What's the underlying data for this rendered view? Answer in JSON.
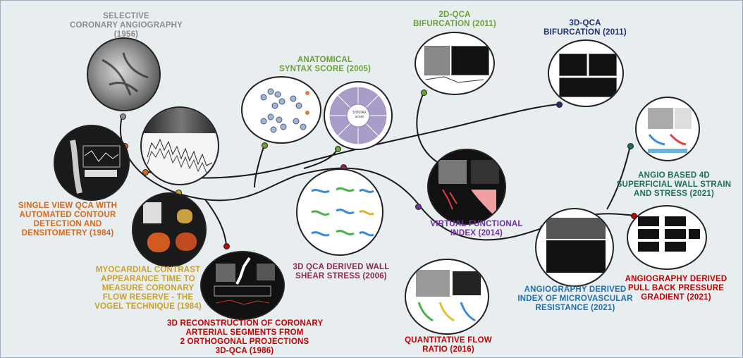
{
  "colors": {
    "gray": "#8c8c8c",
    "orange": "#d2691e",
    "gold": "#c9a227",
    "red": "#c00000",
    "green": "#6aa03c",
    "maroon": "#8b2b4a",
    "purple": "#7030a0",
    "navy": "#1f2f6e",
    "teal": "#1f6e5a",
    "blue": "#1f6fb2"
  },
  "milestones": [
    {
      "id": "selective-coronary-angiography",
      "color": "gray",
      "lines": [
        "SELECTIVE",
        "CORONARY ANGIOGRAPHY",
        "(1956)"
      ]
    },
    {
      "id": "single-view-qca",
      "color": "orange",
      "lines": [
        "SINGLE VIEW QCA WITH",
        "AUTOMATED CONTOUR",
        "DETECTION AND",
        "DENSITOMETRY (1984)"
      ]
    },
    {
      "id": "myocardial-contrast",
      "color": "gold",
      "lines": [
        "MYOCARDIAL CONTRAST",
        "APPEARANCE TIME TO",
        "MEASURE CORONARY",
        "FLOW RESERVE  - THE",
        "VOGEL TECHNIQUE (1984)"
      ]
    },
    {
      "id": "3d-reconstruction",
      "color": "red",
      "lines": [
        "3D RECONSTRUCTION OF CORONARY",
        "ARTERIAL SEGMENTS FROM",
        "2 ORTHOGONAL PROJECTIONS",
        "3D-QCA (1986)"
      ]
    },
    {
      "id": "anatomical-syntax-score",
      "color": "green",
      "lines": [
        "ANATOMICAL",
        "SYNTAX SCORE (2005)"
      ]
    },
    {
      "id": "wall-shear-stress",
      "color": "maroon",
      "lines": [
        "3D QCA DERIVED WALL",
        "SHEAR STRESS (2006)"
      ]
    },
    {
      "id": "2d-qca-bifurcation",
      "color": "green",
      "lines": [
        "2D-QCA",
        "BIFURCATION (2011)"
      ]
    },
    {
      "id": "3d-qca-bifurcation",
      "color": "navy",
      "lines": [
        "3D-QCA",
        "BIFURCATION (2011)"
      ]
    },
    {
      "id": "virtual-functional-index",
      "color": "purple",
      "lines": [
        "VIRTUAL FUNCTIONAL",
        "INDEX (2014)"
      ]
    },
    {
      "id": "quantitative-flow-ratio",
      "color": "red",
      "lines": [
        "QUANTITATIVE FLOW",
        "RATIO (2016)"
      ]
    },
    {
      "id": "angio-4d-wall-strain",
      "color": "teal",
      "lines": [
        "ANGIO BASED 4D",
        "SUPERFICIAL WALL STRAIN",
        "AND STRESS (2021)"
      ]
    },
    {
      "id": "imr-angiography",
      "color": "blue",
      "lines": [
        "ANGIOGRAPHY DERIVED",
        "INDEX OF MICROVASCULAR",
        "RESISTANCE (2021)"
      ]
    },
    {
      "id": "pull-back-pressure-gradient",
      "color": "red",
      "lines": [
        "ANGIOGRAPHY DERIVED",
        "PULL BACK PRESSURE",
        "GRADIENT (2021)"
      ]
    }
  ],
  "images": {
    "syntax_center": "SYNTAX\nscore"
  }
}
